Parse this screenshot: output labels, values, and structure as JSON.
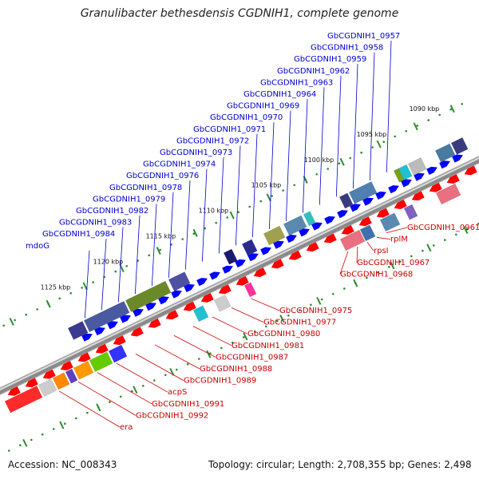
{
  "title": "Granulibacter bethesdensis CGDNIH1, complete genome",
  "footer": {
    "accession": "Accession: NC_008343",
    "topology": "Topology: circular; Length: 2,708,355 bp; Genes: 2,498"
  },
  "kbp_labels": [
    "1090 kbp",
    "1095 kbp",
    "1100 kbp",
    "1105 kbp",
    "1110 kbp",
    "1115 kbp",
    "1120 kbp",
    "1125 kbp"
  ],
  "blue_labels": [
    "GbCGDNIH1_0957",
    "GbCGDNIH1_0958",
    "GbCGDNIH1_0959",
    "GbCGDNIH1_0962",
    "GbCGDNIH1_0963",
    "GbCGDNIH1_0964",
    "GbCGDNIH1_0969",
    "GbCGDNIH1_0970",
    "GbCGDNIH1_0971",
    "GbCGDNIH1_0972",
    "GbCGDNIH1_0973",
    "GbCGDNIH1_0974",
    "GbCGDNIH1_0976",
    "GbCGDNIH1_0978",
    "GbCGDNIH1_0979",
    "GbCGDNIH1_0982",
    "GbCGDNIH1_0983",
    "GbCGDNIH1_0984",
    "mdoG"
  ],
  "red_labels": [
    "GbCGDNIH1_0961",
    "rplM",
    "rpsI",
    "GbCGDNIH1_0967",
    "GbCGDNIH1_0968",
    "GbCGDNIH1_0975",
    "GbCGDNIH1_0977",
    "GbCGDNIH1_0980",
    "GbCGDNIH1_0981",
    "GbCGDNIH1_0987",
    "GbCGDNIH1_0988",
    "GbCGDNIH1_0989",
    "acpS",
    "GbCGDNIH1_0991",
    "GbCGDNIH1_0992",
    "era"
  ],
  "colors": {
    "forward_strand": "#0000ff",
    "reverse_strand": "#ff0000",
    "backbone": "#8a8a8a",
    "tick": "#2e8b2e"
  }
}
